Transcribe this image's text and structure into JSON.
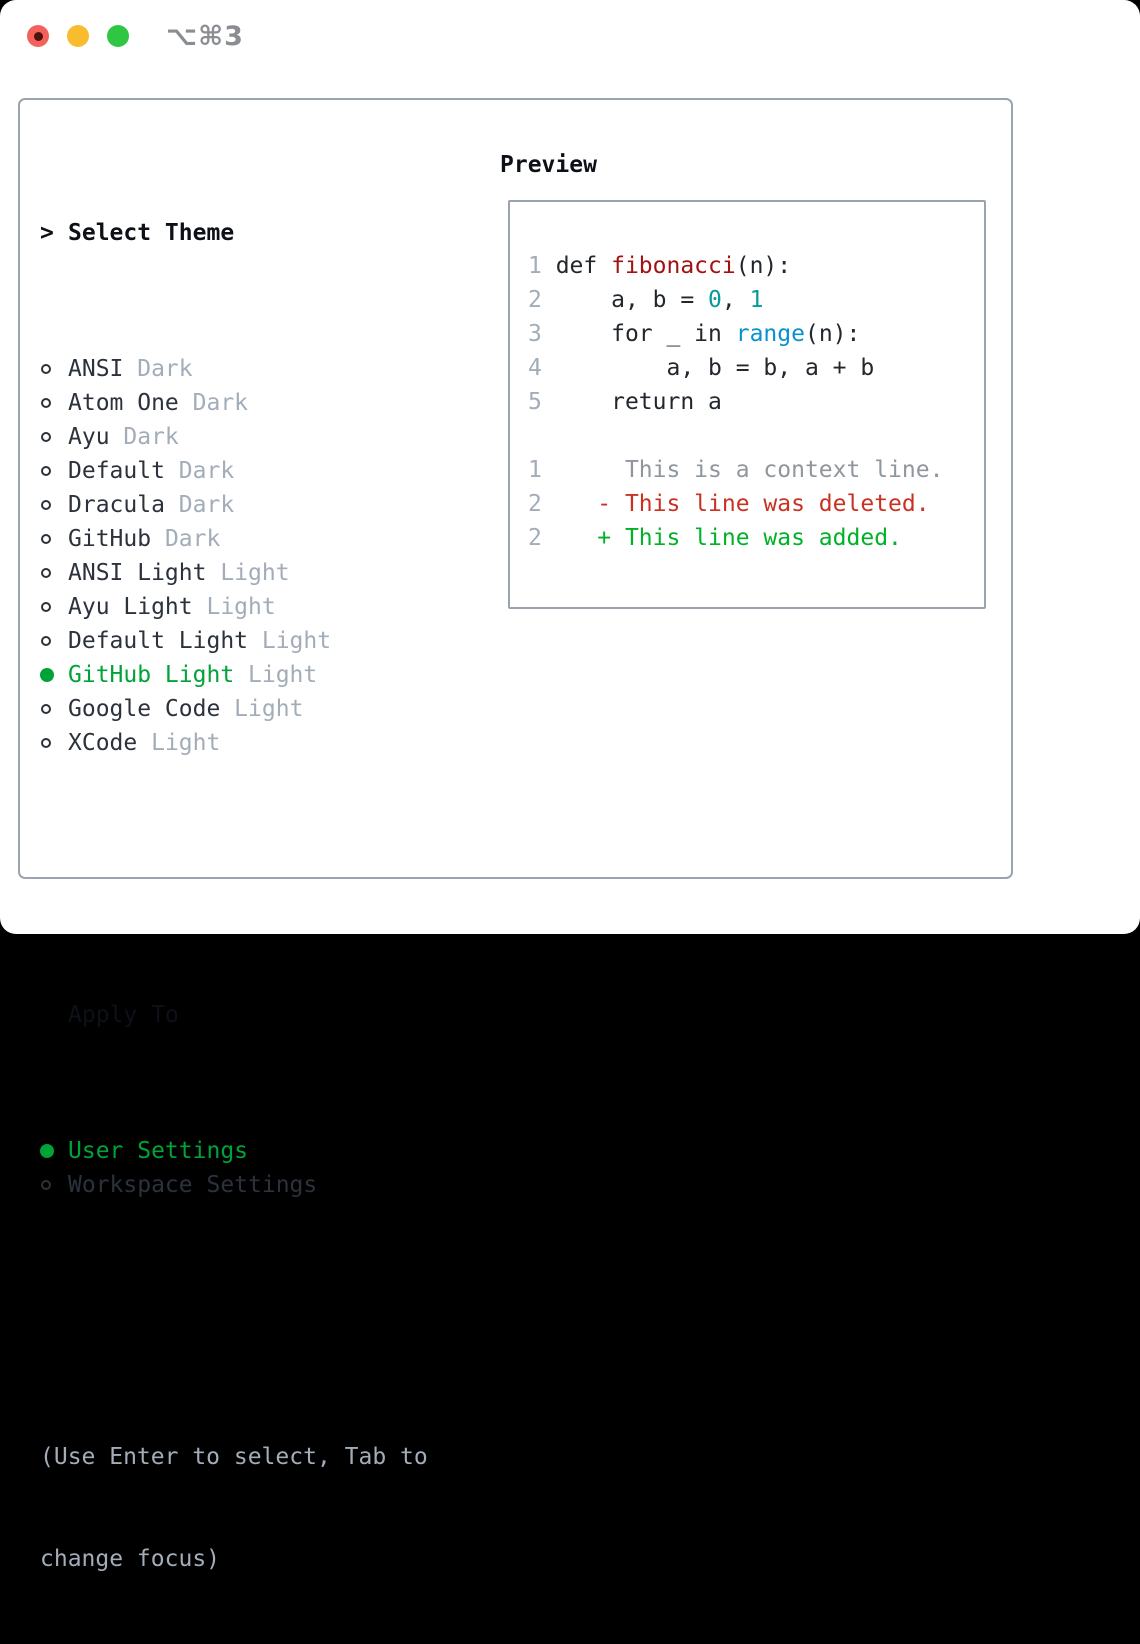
{
  "titlebar": {
    "shortcut": "⌥⌘3",
    "buttons": [
      "close",
      "minimize",
      "zoom"
    ]
  },
  "theme_picker": {
    "header": {
      "marker": ">",
      "label": "Select Theme"
    },
    "items": [
      {
        "name": "ANSI",
        "tag": "Dark",
        "selected": false
      },
      {
        "name": "Atom One",
        "tag": "Dark",
        "selected": false
      },
      {
        "name": "Ayu",
        "tag": "Dark",
        "selected": false
      },
      {
        "name": "Default",
        "tag": "Dark",
        "selected": false
      },
      {
        "name": "Dracula",
        "tag": "Dark",
        "selected": false
      },
      {
        "name": "GitHub",
        "tag": "Dark",
        "selected": false
      },
      {
        "name": "ANSI Light",
        "tag": "Light",
        "selected": false
      },
      {
        "name": "Ayu Light",
        "tag": "Light",
        "selected": false
      },
      {
        "name": "Default Light",
        "tag": "Light",
        "selected": false
      },
      {
        "name": "GitHub Light",
        "tag": "Light",
        "selected": true
      },
      {
        "name": "Google Code",
        "tag": "Light",
        "selected": false
      },
      {
        "name": "XCode",
        "tag": "Light",
        "selected": false
      }
    ],
    "apply_to": {
      "label": "Apply To",
      "options": [
        {
          "name": "User Settings",
          "selected": true
        },
        {
          "name": "Workspace Settings",
          "selected": false
        }
      ]
    },
    "hint_lines": [
      "(Use Enter to select, Tab to",
      "change focus)"
    ]
  },
  "preview": {
    "label": "Preview",
    "lines": [
      [
        {
          "t": "1 ",
          "c": "num"
        },
        {
          "t": "def ",
          "c": "code"
        },
        {
          "t": "fibonacci",
          "c": "func"
        },
        {
          "t": "(n):",
          "c": "code"
        }
      ],
      [
        {
          "t": "2 ",
          "c": "num"
        },
        {
          "t": "    a, b = ",
          "c": "code"
        },
        {
          "t": "0",
          "c": "numlit"
        },
        {
          "t": ", ",
          "c": "code"
        },
        {
          "t": "1",
          "c": "numlit"
        }
      ],
      [
        {
          "t": "3 ",
          "c": "num"
        },
        {
          "t": "    for _ in ",
          "c": "code"
        },
        {
          "t": "range",
          "c": "builtin"
        },
        {
          "t": "(n):",
          "c": "code"
        }
      ],
      [
        {
          "t": "4 ",
          "c": "num"
        },
        {
          "t": "        a, b = b, a + b",
          "c": "code"
        }
      ],
      [
        {
          "t": "5 ",
          "c": "num"
        },
        {
          "t": "    return a",
          "c": "code"
        }
      ],
      [],
      [
        {
          "t": "1 ",
          "c": "num"
        },
        {
          "t": "     This is a context line.",
          "c": "ctx"
        }
      ],
      [
        {
          "t": "2 ",
          "c": "num"
        },
        {
          "t": "   - This line was deleted.",
          "c": "del"
        }
      ],
      [
        {
          "t": "2 ",
          "c": "num"
        },
        {
          "t": "   + This line was added.",
          "c": "add"
        }
      ]
    ]
  },
  "colors": {
    "border": "#9aa3ae",
    "accent": "#00a337",
    "header": "#0d1117",
    "dark": "#2c323c",
    "muted": "#a3acb9",
    "hint": "#a3acb9",
    "num": "#a3acb9",
    "code": "#22272e",
    "func": "#a31212",
    "numlit": "#099999",
    "builtin": "#0b90ce",
    "ctx": "#8f969e",
    "del": "#c93122",
    "add": "#00b228",
    "shortcut": "#8a8d92",
    "traffic_red": "#f2615a",
    "traffic_red_dot": "#4e120c",
    "traffic_yellow": "#fabc2f",
    "traffic_green": "#2ec643"
  }
}
